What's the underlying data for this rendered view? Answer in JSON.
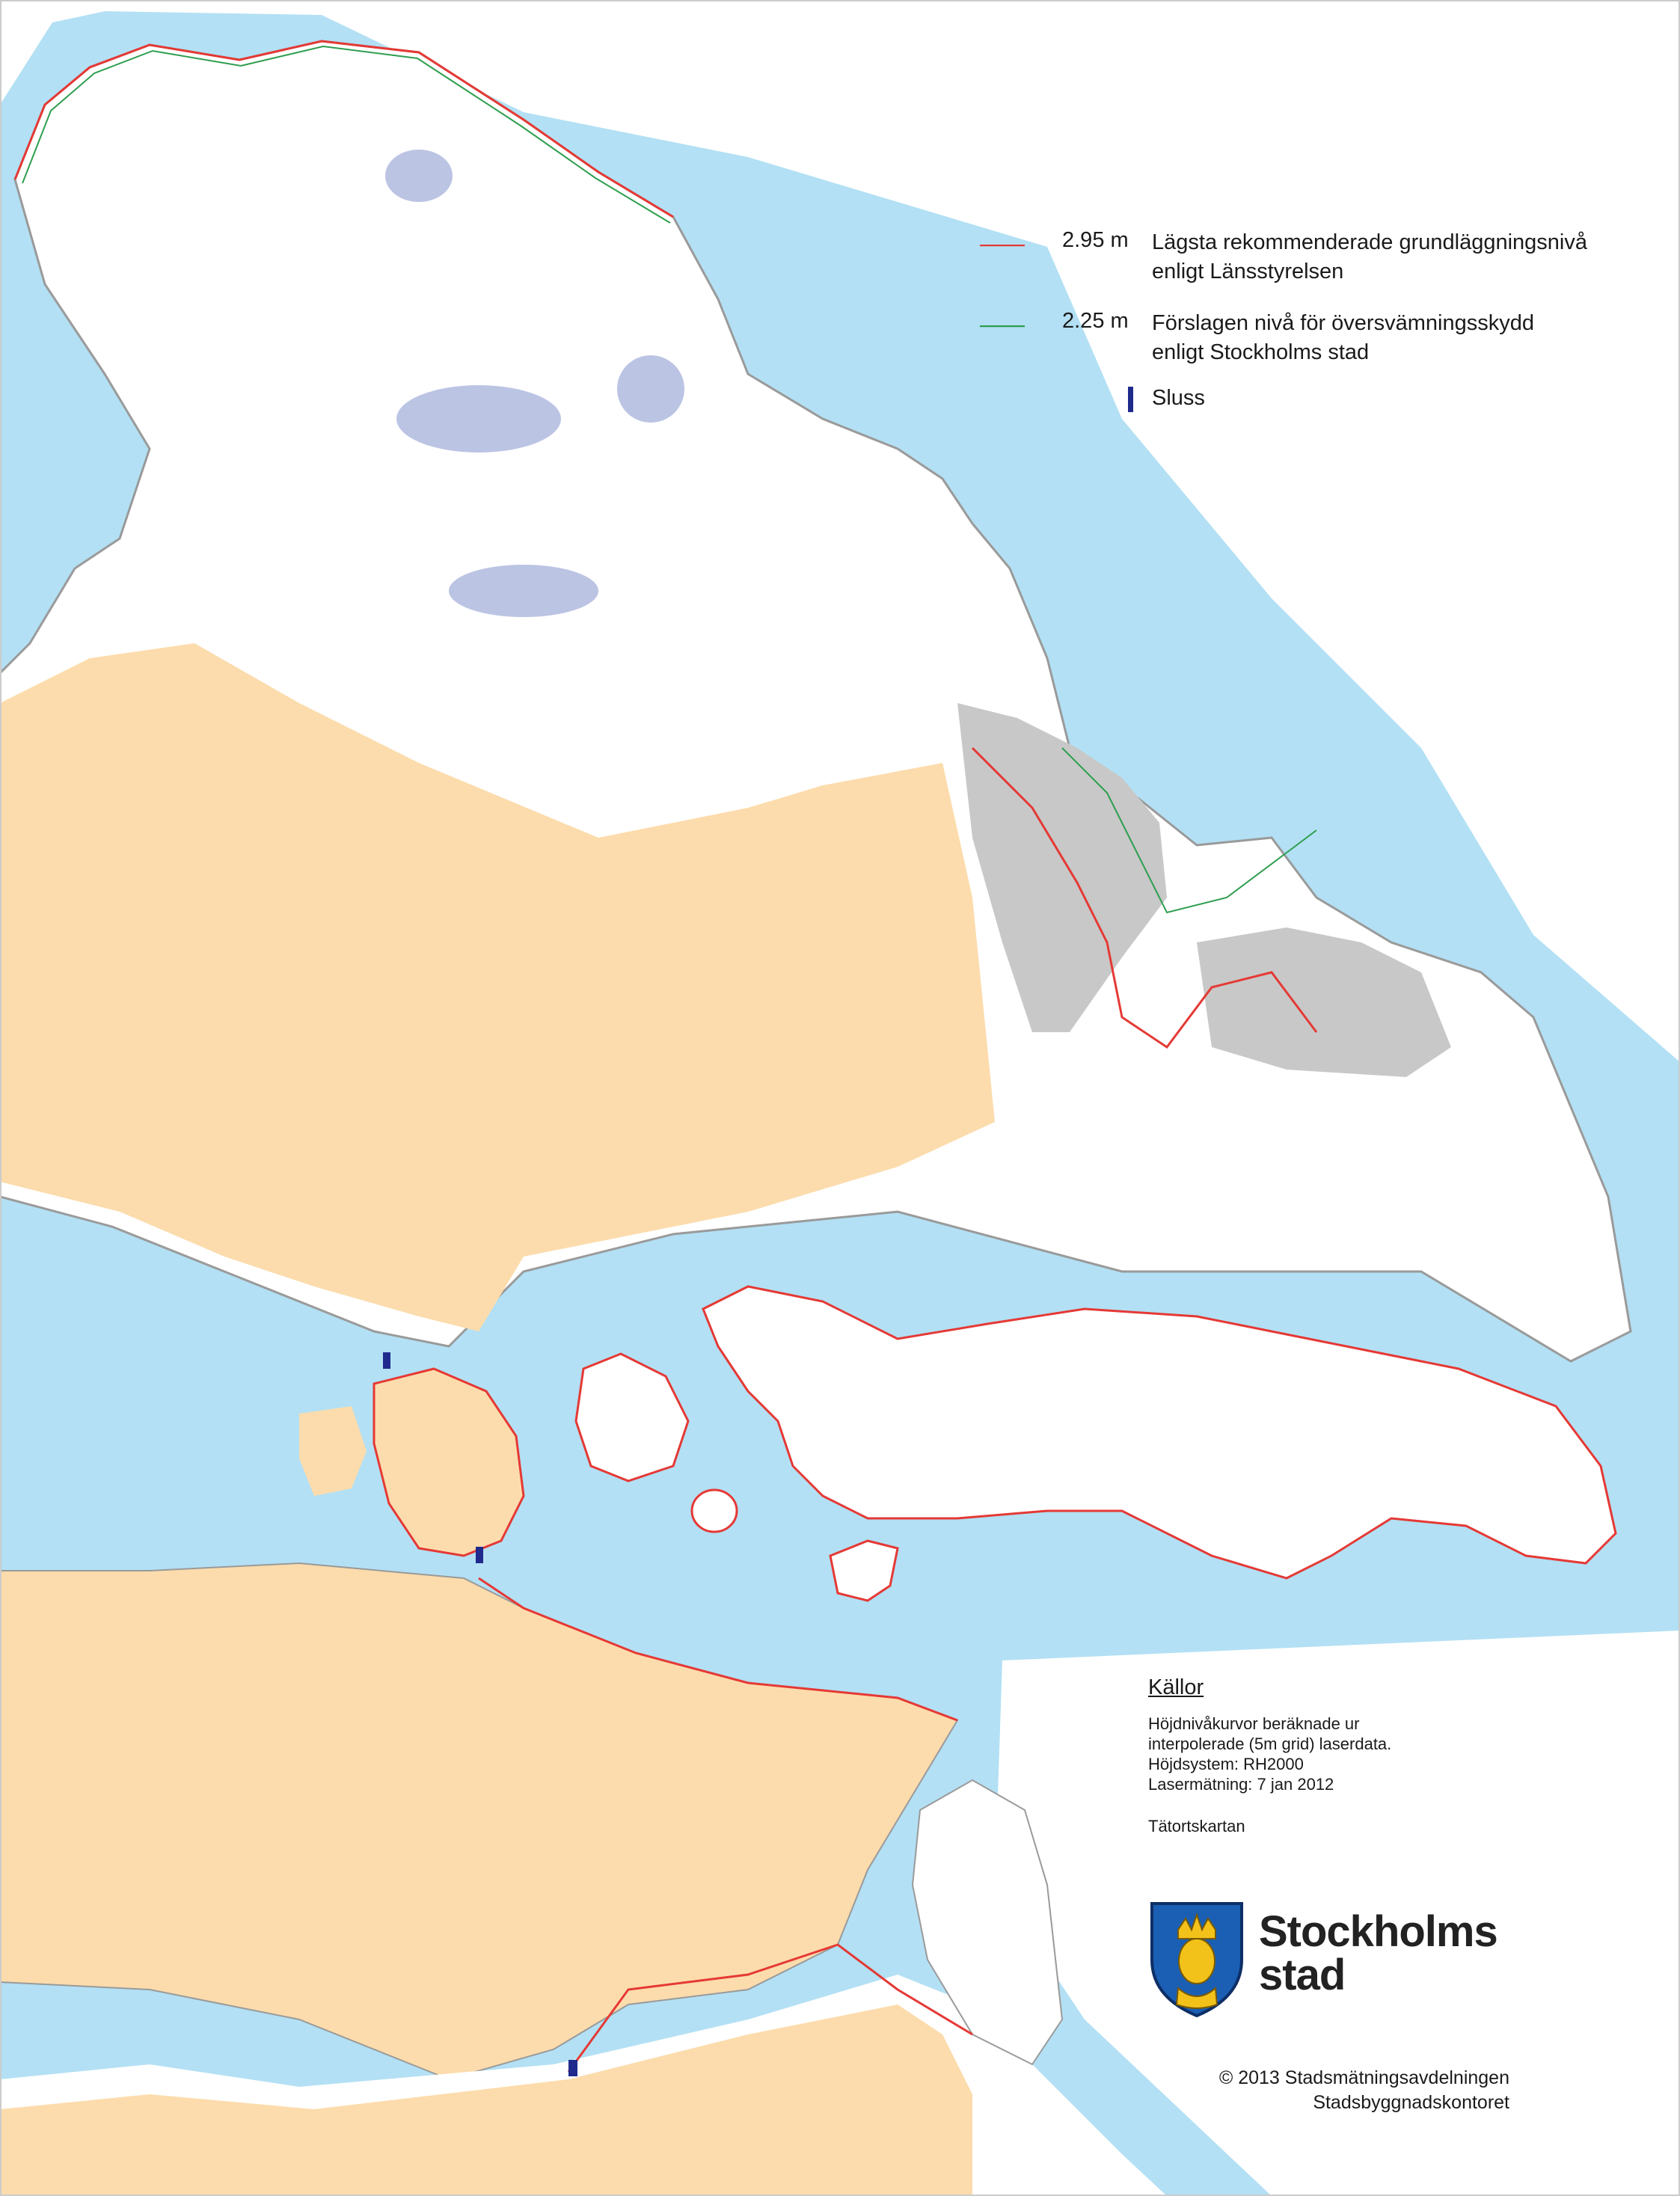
{
  "legend": {
    "items": [
      {
        "value": "2.95 m",
        "text_line1": "Lägsta rekommenderade grundläggningsnivå",
        "text_line2": "enligt Länsstyrelsen",
        "color": "#e53935",
        "symbol": "line"
      },
      {
        "value": "2.25 m",
        "text_line1": "Förslagen nivå för översvämningsskydd",
        "text_line2": "enligt Stockholms stad",
        "color": "#2e9e4f",
        "symbol": "line"
      },
      {
        "value": "",
        "text_line1": "Sluss",
        "text_line2": "",
        "color": "#1f2a8c",
        "symbol": "bar"
      }
    ]
  },
  "sources": {
    "title": "Källor",
    "lines": [
      "Höjdnivåkurvor beräknade ur",
      "interpolerade (5m grid) laserdata.",
      "Höjdsystem: RH2000",
      "Lasermätning: 7 jan 2012"
    ],
    "extra": "Tätortskartan"
  },
  "logo": {
    "line1": "Stockholms",
    "line2": "stad",
    "icon": "crowned-head-shield-icon",
    "shield_color": "#1a5fb4",
    "gold_color": "#f2c21b"
  },
  "credit": {
    "line1": "© 2013 Stadsmätningsavdelningen",
    "line2": "Stadsbyggnadskontoret"
  },
  "colors": {
    "water": "#b3e0f4",
    "land": "#ffffff",
    "urban": "#fcdcac",
    "buildings": "#f5a262",
    "industrial": "#c8c8c8",
    "parks": "#d8ecb8",
    "lakes": "#bcc4e4",
    "level_295": "#e53935",
    "level_225": "#2e9e4f",
    "lock": "#1f2a8c"
  }
}
